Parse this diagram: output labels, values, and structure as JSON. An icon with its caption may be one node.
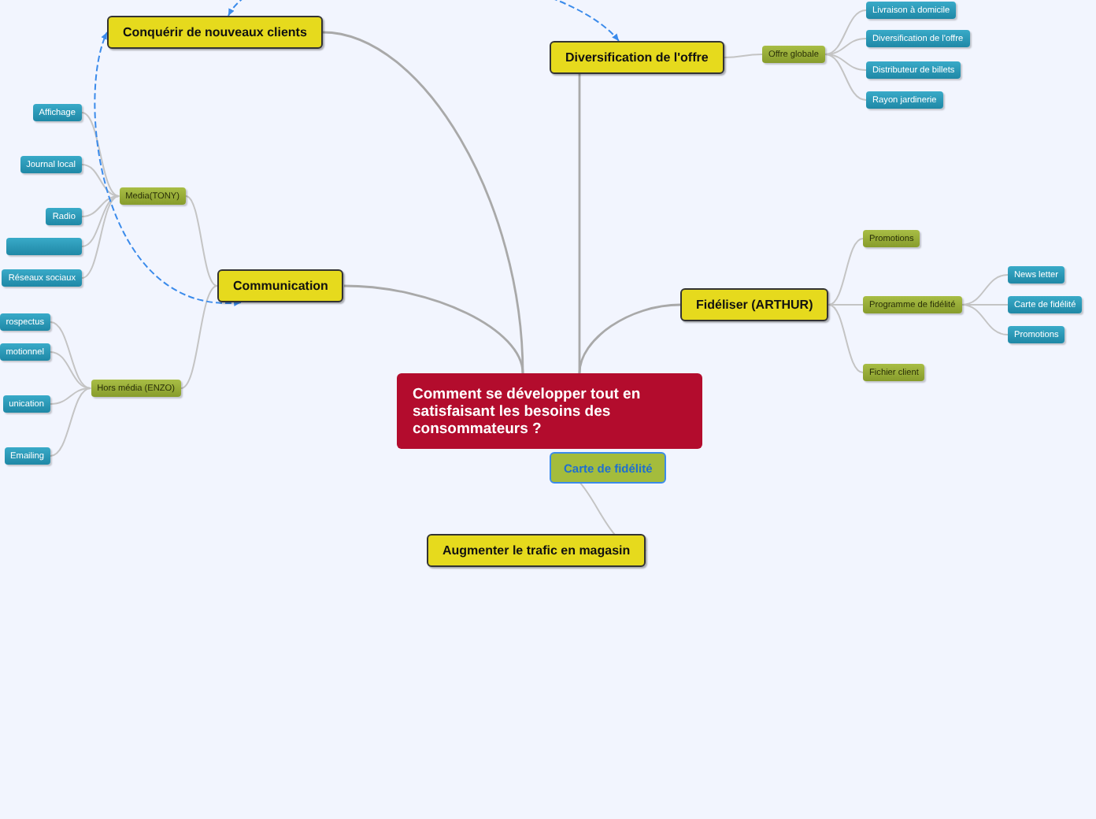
{
  "diagram": {
    "nodes": [
      {
        "text": [
          "Comment se développer tout en satisfaisant les besoins des consommateurs ?"
        ]
      },
      {
        "text": [
          "Conquérir de nouveaux clients"
        ]
      },
      {
        "text": [
          "Diversification de l'offre"
        ]
      },
      {
        "text": [
          "Offre globale"
        ]
      },
      {
        "text": [
          "Livraison à domicile"
        ]
      },
      {
        "text": [
          "Diversification de l'offre"
        ]
      },
      {
        "text": [
          "Distributeur de billets"
        ]
      },
      {
        "text": [
          "Rayon jardinerie"
        ]
      },
      {
        "text": [
          "Media(TONY)"
        ]
      },
      {
        "text": [
          "Affichage"
        ]
      },
      {
        "text": [
          "Journal local"
        ]
      },
      {
        "text": [
          "Radio"
        ]
      },
      {
        "text": [],
        "shape": "box"
      },
      {
        "text": [
          "Réseaux sociaux"
        ]
      },
      {
        "text": [
          "Communication"
        ]
      },
      {
        "text": [
          "Hors média (ENZO)"
        ]
      },
      {
        "text": [
          "rospectus"
        ]
      },
      {
        "text": [
          "motionnel"
        ]
      },
      {
        "text": [
          "unication"
        ]
      },
      {
        "text": [
          "Emailing"
        ]
      },
      {
        "text": [
          "Fidéliser (ARTHUR)"
        ]
      },
      {
        "text": [
          "Promotions"
        ]
      },
      {
        "text": [
          "Programme de fidélité"
        ]
      },
      {
        "text": [
          "News  letter"
        ]
      },
      {
        "text": [
          "Carte de fidélité"
        ]
      },
      {
        "text": [
          "Promotions"
        ]
      },
      {
        "text": [
          "Fichier client"
        ]
      },
      {
        "text": [
          "Carte de fidélité"
        ]
      },
      {
        "text": [
          "Augmenter le trafic en magasin"
        ]
      }
    ],
    "edges": [
      {
        "from": 0,
        "to": 1,
        "arrow": "none"
      },
      {
        "from": 0,
        "to": 2,
        "arrow": "none"
      },
      {
        "from": 0,
        "to": 14,
        "arrow": "none"
      },
      {
        "from": 0,
        "to": 20,
        "arrow": "none"
      },
      {
        "from": 2,
        "to": 3,
        "arrow": "none"
      },
      {
        "from": 3,
        "to": 4,
        "arrow": "none"
      },
      {
        "from": 3,
        "to": 5,
        "arrow": "none"
      },
      {
        "from": 3,
        "to": 6,
        "arrow": "none"
      },
      {
        "from": 3,
        "to": 7,
        "arrow": "none"
      },
      {
        "from": 14,
        "to": 8,
        "arrow": "none"
      },
      {
        "from": 14,
        "to": 15,
        "arrow": "none"
      },
      {
        "from": 8,
        "to": 9,
        "arrow": "none"
      },
      {
        "from": 8,
        "to": 10,
        "arrow": "none"
      },
      {
        "from": 8,
        "to": 11,
        "arrow": "none"
      },
      {
        "from": 8,
        "to": 12,
        "arrow": "none"
      },
      {
        "from": 8,
        "to": 13,
        "arrow": "none"
      },
      {
        "from": 15,
        "to": 16,
        "arrow": "none"
      },
      {
        "from": 15,
        "to": 17,
        "arrow": "none"
      },
      {
        "from": 15,
        "to": 18,
        "arrow": "none"
      },
      {
        "from": 15,
        "to": 19,
        "arrow": "none"
      },
      {
        "from": 20,
        "to": 21,
        "arrow": "none"
      },
      {
        "from": 20,
        "to": 22,
        "arrow": "none"
      },
      {
        "from": 20,
        "to": 26,
        "arrow": "none"
      },
      {
        "from": 22,
        "to": 23,
        "arrow": "none"
      },
      {
        "from": 22,
        "to": 24,
        "arrow": "none"
      },
      {
        "from": 22,
        "to": 25,
        "arrow": "none"
      },
      {
        "from": 27,
        "to": 28,
        "arrow": "none"
      },
      {
        "from": 14,
        "to": 1,
        "arrow": "both",
        "style": "dashed",
        "color": "#3b8beb"
      },
      {
        "from": 1,
        "to": 2,
        "arrow": "both",
        "style": "dashed",
        "color": "#3b8beb"
      }
    ]
  }
}
